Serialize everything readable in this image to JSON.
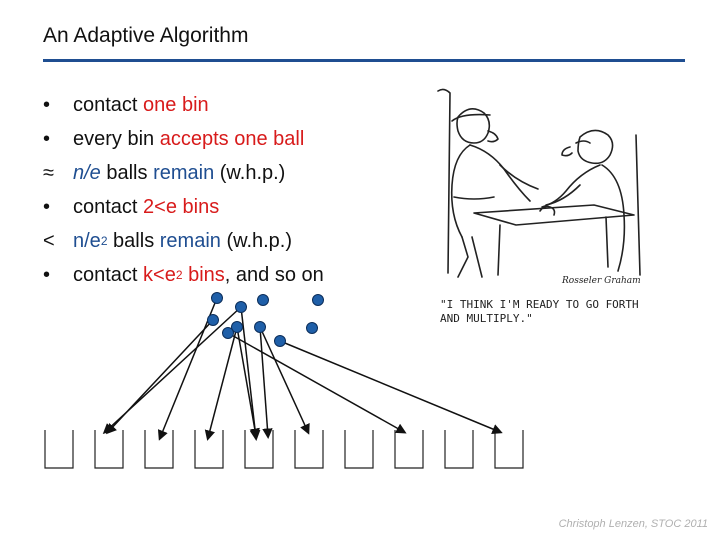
{
  "slide": {
    "title": "An Adaptive Algorithm",
    "footer": "Christoph Lenzen, STOC 2011",
    "accent_color": "#1f4e91",
    "highlight_color": "#d81b1b"
  },
  "bullets": [
    {
      "mark": "•",
      "parts": [
        {
          "text": "contact ",
          "style": "plain"
        },
        {
          "text": "one bin",
          "style": "red"
        }
      ]
    },
    {
      "mark": "•",
      "parts": [
        {
          "text": "every bin ",
          "style": "plain"
        },
        {
          "text": "accepts one ball",
          "style": "red"
        }
      ]
    },
    {
      "mark": "≈",
      "parts": [
        {
          "text": "n/e",
          "style": "blue-italic"
        },
        {
          "text": " balls ",
          "style": "plain"
        },
        {
          "text": "remain",
          "style": "blue"
        },
        {
          "text": " (w.h.p.)",
          "style": "plain"
        }
      ]
    },
    {
      "mark": "•",
      "parts": [
        {
          "text": "contact ",
          "style": "plain"
        },
        {
          "text": "2<e bins",
          "style": "red"
        }
      ]
    },
    {
      "mark": "<",
      "parts": [
        {
          "text": "n/e",
          "style": "blue"
        },
        {
          "text": "2",
          "style": "blue-sup"
        },
        {
          "text": " balls ",
          "style": "plain"
        },
        {
          "text": "remain",
          "style": "blue"
        },
        {
          "text": " (w.h.p.)",
          "style": "plain"
        }
      ]
    },
    {
      "mark": "•",
      "parts": [
        {
          "text": "contact ",
          "style": "plain"
        },
        {
          "text": "k<e",
          "style": "red"
        },
        {
          "text": "2",
          "style": "red-sup"
        },
        {
          "text": " bins",
          "style": "red"
        },
        {
          "text": ", and so on",
          "style": "plain"
        }
      ]
    }
  ],
  "cartoon": {
    "signature": "Rosseler Graham",
    "caption_lines": [
      "\"I THINK I'M READY TO GO FORTH",
      "AND MULTIPLY.\""
    ]
  },
  "diagram": {
    "bin_count": 10,
    "ball_count": 10,
    "ball_color": "#1f5fa8"
  }
}
